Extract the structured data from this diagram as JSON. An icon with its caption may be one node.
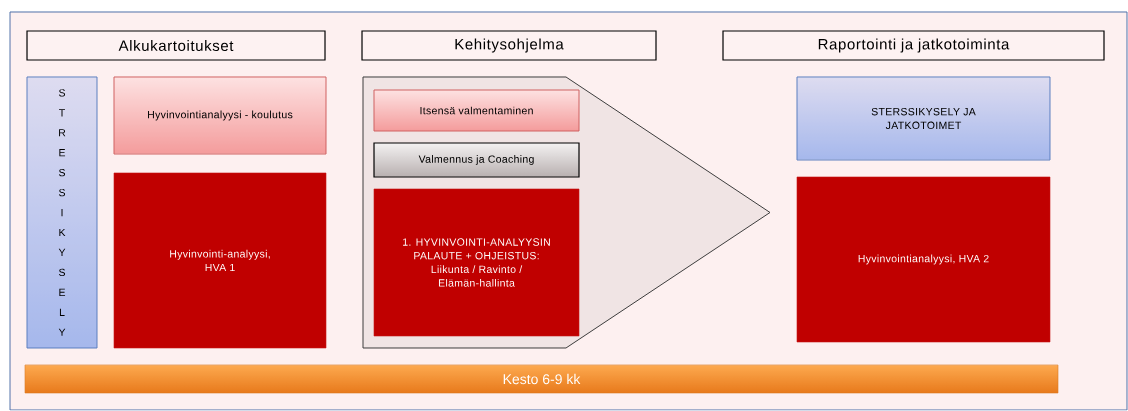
{
  "diagram": {
    "nodes": [
      {
        "text": [],
        "shape": "box"
      },
      {
        "text": [
          "Alkukartoitukset"
        ],
        "in": 0
      },
      {
        "text": [
          "Kehitysohjelma"
        ],
        "in": 0
      },
      {
        "text": [
          "Raportointi ja jatkotoiminta"
        ],
        "in": 0
      },
      {
        "text": [
          "STRESSIKYSELY"
        ],
        "in": 0
      },
      {
        "text": [
          "Hyvinvointianalyysi - koulutus"
        ],
        "in": 0
      },
      {
        "text": [
          "Hyvinvointi-analyysi, HVA 1"
        ],
        "in": 0
      },
      {
        "text": [],
        "shape": "arrow",
        "in": 0
      },
      {
        "text": [
          "Itsensä valmentaminen"
        ],
        "in": 7
      },
      {
        "text": [
          "Valmennus ja Coaching"
        ],
        "in": 7
      },
      {
        "text": [
          "1. HYVINVOINTI-ANALYYSIN PALAUTE + OHJEISTUS: Liikunta / Ravinto / Elämän-hallinta"
        ],
        "in": 7
      },
      {
        "text": [
          "STERSSIKYSELY JA JATKOTOIMET"
        ],
        "in": 0
      },
      {
        "text": [
          "Hyvinvointianalyysi, HVA 2"
        ],
        "in": 0
      },
      {
        "text": [
          "Kesto 6-9 kk"
        ],
        "in": 0
      }
    ]
  }
}
